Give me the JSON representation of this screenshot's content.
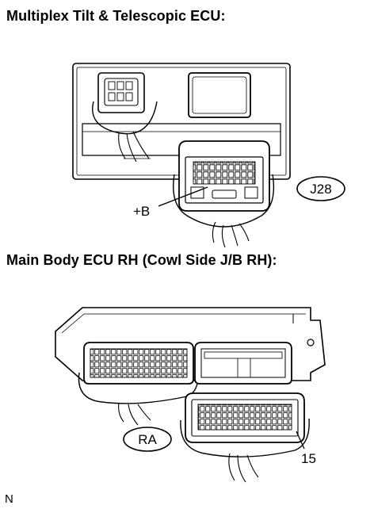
{
  "titles": {
    "top": "Multiplex Tilt & Telescopic ECU:",
    "bottom": "Main Body ECU RH (Cowl Side J/B RH):"
  },
  "labels": {
    "plus_b": "+B",
    "connector_j28": "J28",
    "connector_ra": "RA",
    "pin_15": "15",
    "orientation": "N"
  }
}
